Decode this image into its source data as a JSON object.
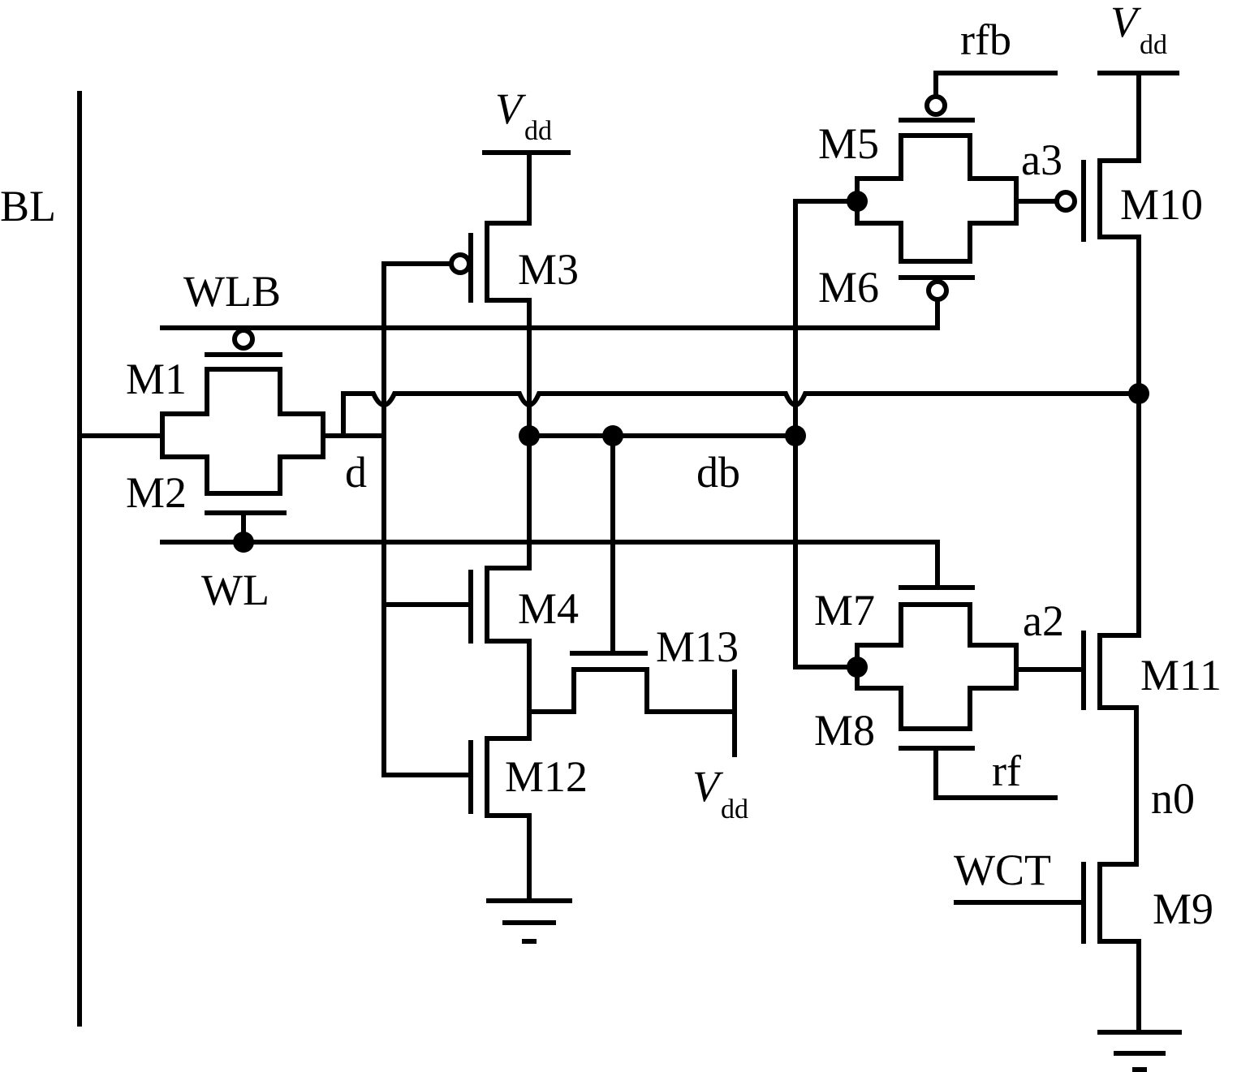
{
  "diagram": {
    "signals": {
      "bl": "BL",
      "wlb": "WLB",
      "wl": "WL",
      "d": "d",
      "db": "db",
      "rfb": "rfb",
      "rf": "rf",
      "a3": "a3",
      "a2": "a2",
      "n0": "n0",
      "wct": "WCT"
    },
    "transistors": {
      "m1": "M1",
      "m2": "M2",
      "m3": "M3",
      "m4": "M4",
      "m5": "M5",
      "m6": "M6",
      "m7": "M7",
      "m8": "M8",
      "m9": "M9",
      "m10": "M10",
      "m11": "M11",
      "m12": "M12",
      "m13": "M13"
    },
    "supply": {
      "v": "V",
      "sub": "dd"
    }
  }
}
